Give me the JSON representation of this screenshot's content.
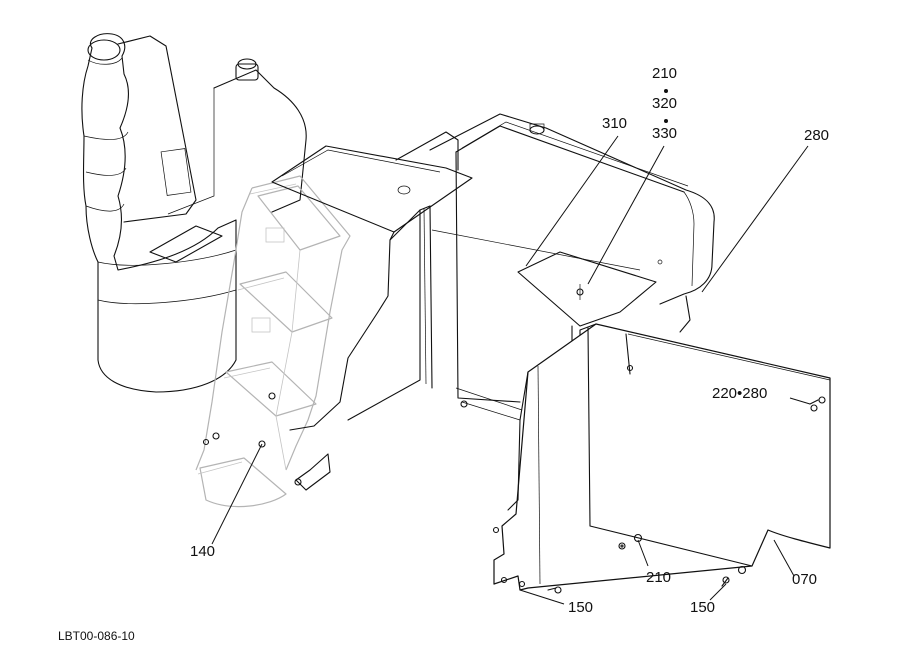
{
  "drawing_code": "LBT00-086-10",
  "callouts": {
    "c210_top": "210",
    "c320": "320",
    "c330": "330",
    "c310": "310",
    "c280": "280",
    "c220_280": "220•280",
    "c140": "140",
    "c150_left": "150",
    "c210_bottom": "210",
    "c150_right": "150",
    "c070": "070"
  },
  "separator_glyph": "•"
}
